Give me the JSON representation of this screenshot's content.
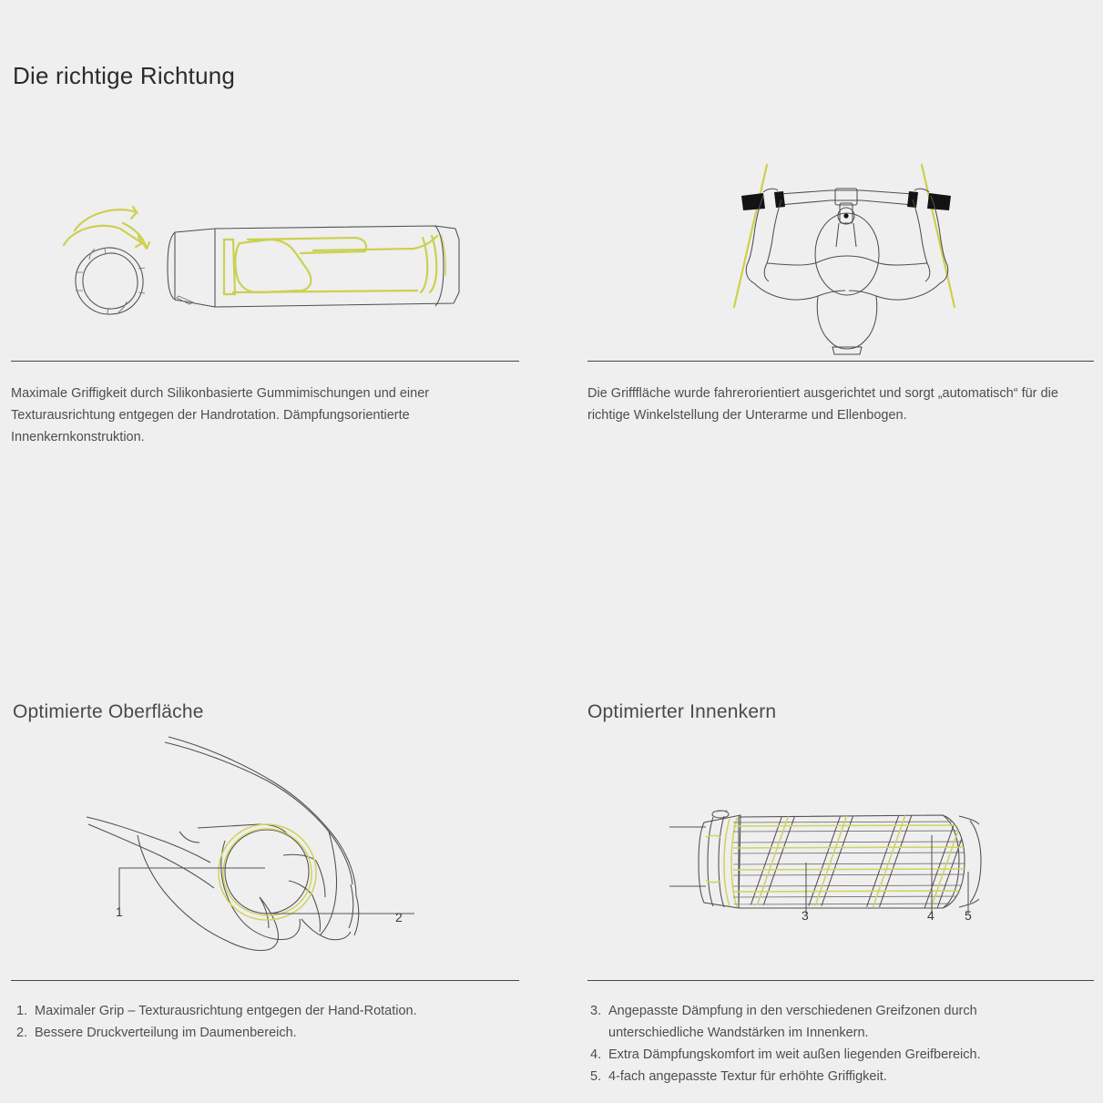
{
  "page": {
    "background_color": "#efefef",
    "accent_color": "#cbd14f",
    "ink_color": "#4f4f4f",
    "text_color": "#4e4e4e"
  },
  "header": {
    "title": "Die richtige Richtung"
  },
  "panels": {
    "top_left": {
      "illustration": "grip-cross-section-with-rotation-arrows-and-side-view",
      "body": "Maximale Griffigkeit durch Silikonbasierte Gummimischungen und einer Texturausrichtung entgegen der Handrotation. Dämpfungsorientierte Innenkernkonstruktion."
    },
    "top_right": {
      "illustration": "rider-top-view-on-handlebar-with-angle-lines",
      "body": "Die Grifffläche wurde fahrerorientiert ausgerichtet und sorgt „automatisch“ für die richtige Winkelstellung der Unterarme und Ellenbogen."
    },
    "bottom_left": {
      "title": "Optimierte Oberfläche",
      "illustration": "hand-gripping-grip-cross-section",
      "callouts": [
        {
          "number": "1"
        },
        {
          "number": "2"
        }
      ],
      "list": [
        {
          "number": "1.",
          "text": "Maximaler Grip – Texturausrichtung entgegen der Hand-Rotation."
        },
        {
          "number": "2.",
          "text": "Bessere Druckverteilung im Daumenbereich."
        }
      ]
    },
    "bottom_right": {
      "title": "Optimierter Innenkern",
      "illustration": "grip-inner-core-with-spiral-texture",
      "callouts": [
        {
          "number": "3"
        },
        {
          "number": "4"
        },
        {
          "number": "5"
        }
      ],
      "list": [
        {
          "number": "3.",
          "text": "Angepasste Dämpfung in den verschiedenen Greifzonen durch unterschiedliche Wandstärken im Innenkern."
        },
        {
          "number": "4.",
          "text": "Extra Dämpfungskomfort im weit außen liegenden Greifbereich."
        },
        {
          "number": "5.",
          "text": "4-fach angepasste Textur für erhöhte Griffigkeit."
        }
      ]
    }
  }
}
